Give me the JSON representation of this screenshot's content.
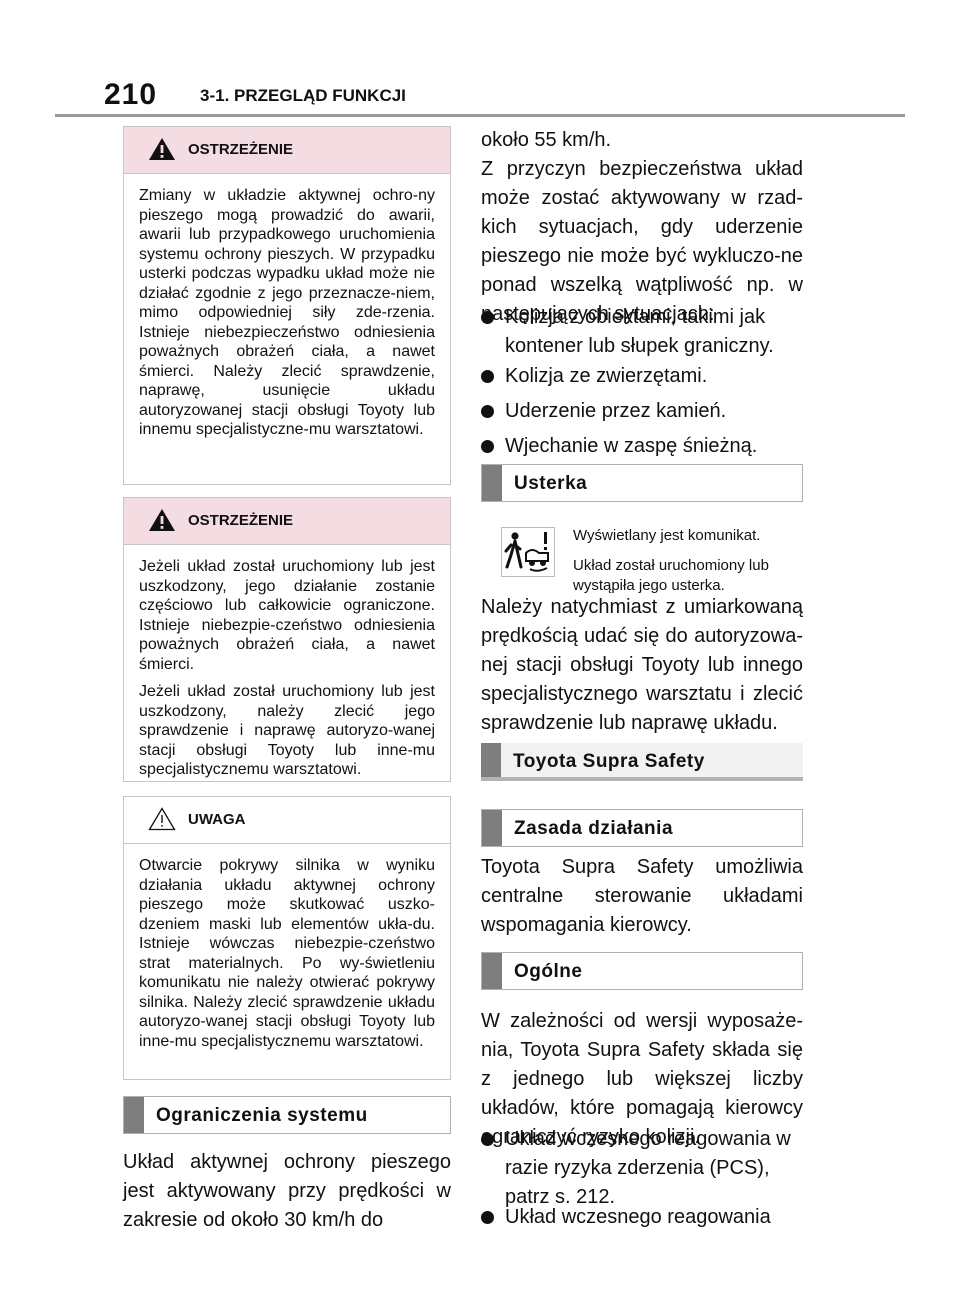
{
  "header": {
    "page_number": "210",
    "section": "3-1. PRZEGLĄD FUNKCJI"
  },
  "warning1": {
    "title": "OSTRZEŻENIE",
    "text": "Zmiany w układzie aktywnej ochro-ny pieszego mogą prowadzić do awarii, awarii lub przypadkowego uruchomienia systemu ochrony pieszych. W przypadku usterki podczas wypadku układ może nie działać zgodnie z jego przeznacze-niem, mimo odpowiedniej siły zde-rzenia. Istnieje niebezpieczeństwo odniesienia poważnych obrażeń ciała, a nawet śmierci. Należy zlecić sprawdzenie, naprawę, usunięcie układu autoryzowanej stacji obsługi Toyoty lub innemu specjalistyczne-mu warsztatowi."
  },
  "warning2": {
    "title": "OSTRZEŻENIE",
    "p1": "Jeżeli układ został uruchomiony lub jest uszkodzony, jego działanie zostanie częściowo lub całkowicie ograniczone. Istnieje niebezpie-czeństwo odniesienia poważnych obrażeń ciała, a nawet śmierci.",
    "p2": "Jeżeli układ został uruchomiony lub jest uszkodzony, należy zlecić jego sprawdzenie i naprawę autoryzo-wanej stacji obsługi Toyoty lub inne-mu specjalistycznemu warsztatowi."
  },
  "notice": {
    "title": "UWAGA",
    "text": "Otwarcie pokrywy silnika w wyniku działania układu aktywnej ochrony pieszego może skutkować uszko-dzeniem maski lub elementów ukła-du. Istnieje wówczas niebezpie-czeństwo strat materialnych. Po wy-świetleniu komunikatu nie należy otwierać pokrywy silnika. Należy zlecić sprawdzenie układu autoryzo-wanej stacji obsługi Toyoty lub inne-mu specjalistycznemu warsztatowi."
  },
  "left_section": {
    "heading": "Ograniczenia systemu",
    "text": "Układ aktywnej ochrony pieszego jest aktywowany przy prędkości w zakresie od około 30 km/h do"
  },
  "right": {
    "cont_text": "około 55 km/h.",
    "para2": "Z przyczyn bezpieczeństwa układ może zostać aktywowany w rzad-kich sytuacjach, gdy uderzenie pieszego nie może być wykluczo-ne ponad wszelką wątpliwość np. w następujących sytuacjach:",
    "bullets": [
      "Kolizja z obiektami, takimi jak kontener lub słupek graniczny.",
      "Kolizja ze zwierzętami.",
      "Uderzenie przez kamień.",
      "Wjechanie w zaspę śnieżną."
    ],
    "usterka_heading": "Usterka",
    "msg1": "Wyświetlany jest komunikat.",
    "msg2": "Układ został uruchomiony lub wystąpiła jego usterka.",
    "usterka_text": "Należy natychmiast z umiarkowaną prędkością udać się do autoryzowa-nej stacji obsługi Toyoty lub innego specjalistycznego warsztatu i zlecić sprawdzenie lub naprawę układu.",
    "tss_heading": "Toyota Supra Safety",
    "zasada_heading": "Zasada działania",
    "zasada_text": "Toyota Supra Safety umożliwia centralne sterowanie układami wspomagania kierowcy.",
    "ogolne_heading": "Ogólne",
    "ogolne_text": "W zależności od wersji wyposaże-nia, Toyota Supra Safety składa się z jednego lub większej liczby układów, które pomagają kierowcy ograniczyć ryzyko kolizji.",
    "bullets2": [
      "Układ wczesnego reagowania w razie ryzyka zderzenia (PCS), patrz s. 212.",
      "Układ wczesnego reagowania"
    ]
  },
  "icons": {
    "warning": "warning-triangle-icon",
    "notice": "caution-outline-triangle-icon",
    "pedestrian": "pedestrian-protection-icon"
  },
  "colors": {
    "warning_header_bg": "#f3dde3",
    "section_bar": "#7e7e7e"
  }
}
